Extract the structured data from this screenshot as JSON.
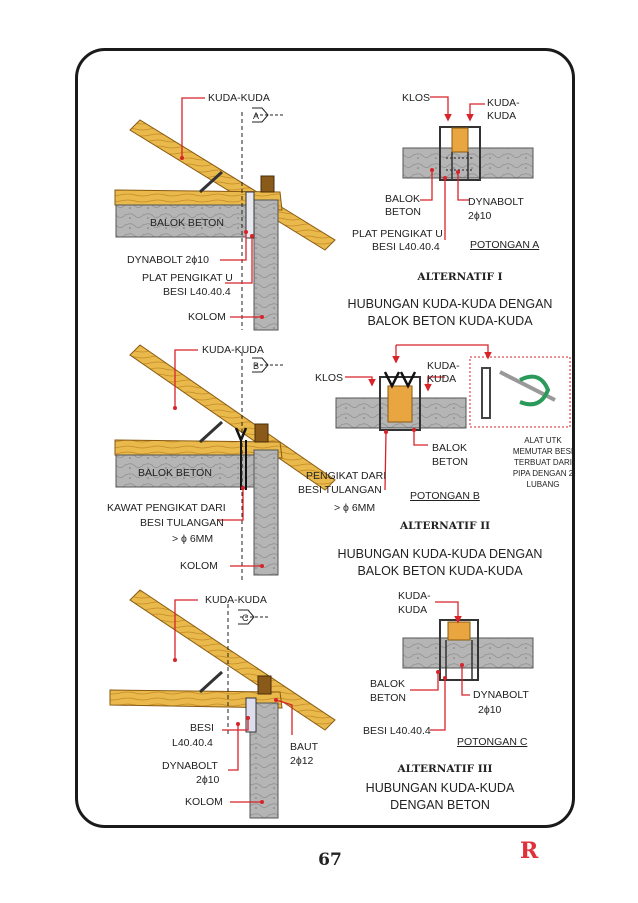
{
  "colors": {
    "wood": "#e8b84a",
    "wood_dark": "#b07a1c",
    "concrete": "#b8b8b8",
    "line": "#d8232a",
    "border": "#1a1a1a"
  },
  "section_a": {
    "kuda_kuda": "KUDA-KUDA",
    "marker": "A",
    "balok_beton": "BALOK BETON",
    "dynabolt": "DYNABOLT 2ϕ10",
    "plat_line1": "PLAT PENGIKAT U",
    "plat_line2": "BESI L40.40.4",
    "kolom": "KOLOM",
    "detail": {
      "klos": "KLOS",
      "kuda1": "KUDA-",
      "kuda2": "KUDA",
      "balok1": "BALOK",
      "balok2": "BETON",
      "dyna1": "DYNABOLT",
      "dyna2": "2ϕ10",
      "plat1": "PLAT PENGIKAT U",
      "plat2": "BESI L40.40.4",
      "potongan": "POTONGAN A"
    },
    "alternatif": "ALTERNATIF I",
    "title1": "HUBUNGAN KUDA-KUDA DENGAN",
    "title2": "BALOK BETON KUDA-KUDA"
  },
  "section_b": {
    "kuda_kuda": "KUDA-KUDA",
    "marker": "B",
    "balok_beton": "BALOK BETON",
    "kawat1": "KAWAT PENGIKAT DARI",
    "kawat2": "BESI TULANGAN",
    "kawat3": "> ϕ 6MM",
    "kolom": "KOLOM",
    "detail": {
      "klos": "KLOS",
      "kuda1": "KUDA-",
      "kuda2": "KUDA",
      "balok1": "BALOK",
      "balok2": "BETON",
      "peng1": "PENGIKAT DARI",
      "peng2": "BESI TULANGAN",
      "peng3": "> ϕ 6MM",
      "potongan": "POTONGAN B",
      "alat": [
        "ALAT UTK",
        "MEMUTAR BESI",
        "TERBUAT DARI",
        "PIPA DENGAN 2",
        "LUBANG"
      ]
    },
    "alternatif": "ALTERNATIF II",
    "title1": "HUBUNGAN KUDA-KUDA DENGAN",
    "title2": "BALOK BETON KUDA-KUDA"
  },
  "section_c": {
    "kuda_kuda": "KUDA-KUDA",
    "marker": "C",
    "besi1": "BESI",
    "besi2": "L40.40.4",
    "dyna1": "DYNABOLT",
    "dyna2": "2ϕ10",
    "baut1": "BAUT",
    "baut2": "2ϕ12",
    "kolom": "KOLOM",
    "detail": {
      "kuda1": "KUDA-",
      "kuda2": "KUDA",
      "balok1": "BALOK",
      "balok2": "BETON",
      "dyna1": "DYNABOLT",
      "dyna2": "2ϕ10",
      "besi": "BESI L40.40.4",
      "potongan": "POTONGAN C"
    },
    "alternatif": "ALTERNATIF III",
    "title1": "HUBUNGAN KUDA-KUDA",
    "title2": "DENGAN BETON"
  },
  "page_number": "67",
  "corner_mark": "R"
}
